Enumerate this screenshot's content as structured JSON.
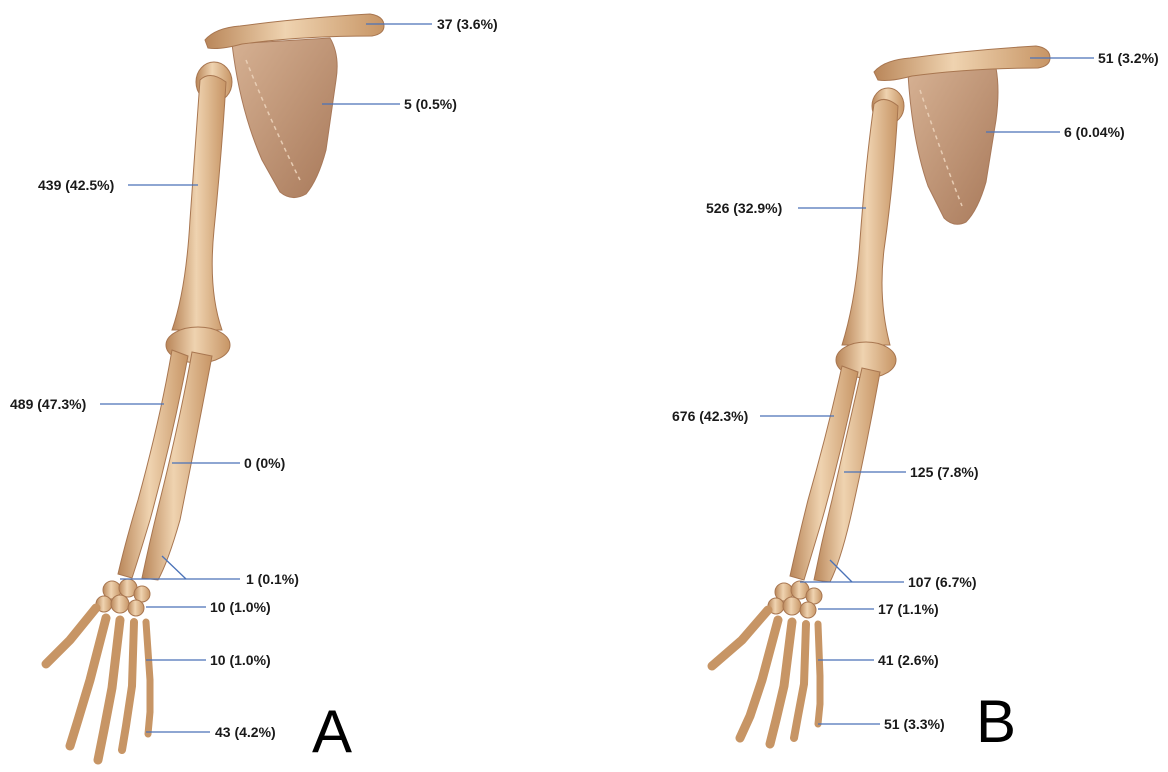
{
  "colors": {
    "bone": "#dcae80",
    "bone_light": "#efd3b0",
    "bone_dark": "#a87650",
    "scapula": "#c59a78",
    "scapula_dark": "#a8795a",
    "leader": "#4a72b8",
    "text": "#1a1a1a"
  },
  "panels": [
    {
      "letter": "A",
      "labels": {
        "clavicle": "37 (3.6%)",
        "scapula": "5 (0.5%)",
        "humerus": "439 (42.5%)",
        "radius": "489 (47.3%)",
        "ulna": "0 (0%)",
        "distal_forearm": "1 (0.1%)",
        "carpals": "10 (1.0%)",
        "metacarpals": "10 (1.0%)",
        "phalanges": "43 (4.2%)"
      }
    },
    {
      "letter": "B",
      "labels": {
        "clavicle": "51 (3.2%)",
        "scapula": "6 (0.04%)",
        "humerus": "526 (32.9%)",
        "radius": "676 (42.3%)",
        "ulna": "125 (7.8%)",
        "distal_forearm": "107 (6.7%)",
        "carpals": "17 (1.1%)",
        "metacarpals": "41 (2.6%)",
        "phalanges": "51 (3.3%)"
      }
    }
  ]
}
